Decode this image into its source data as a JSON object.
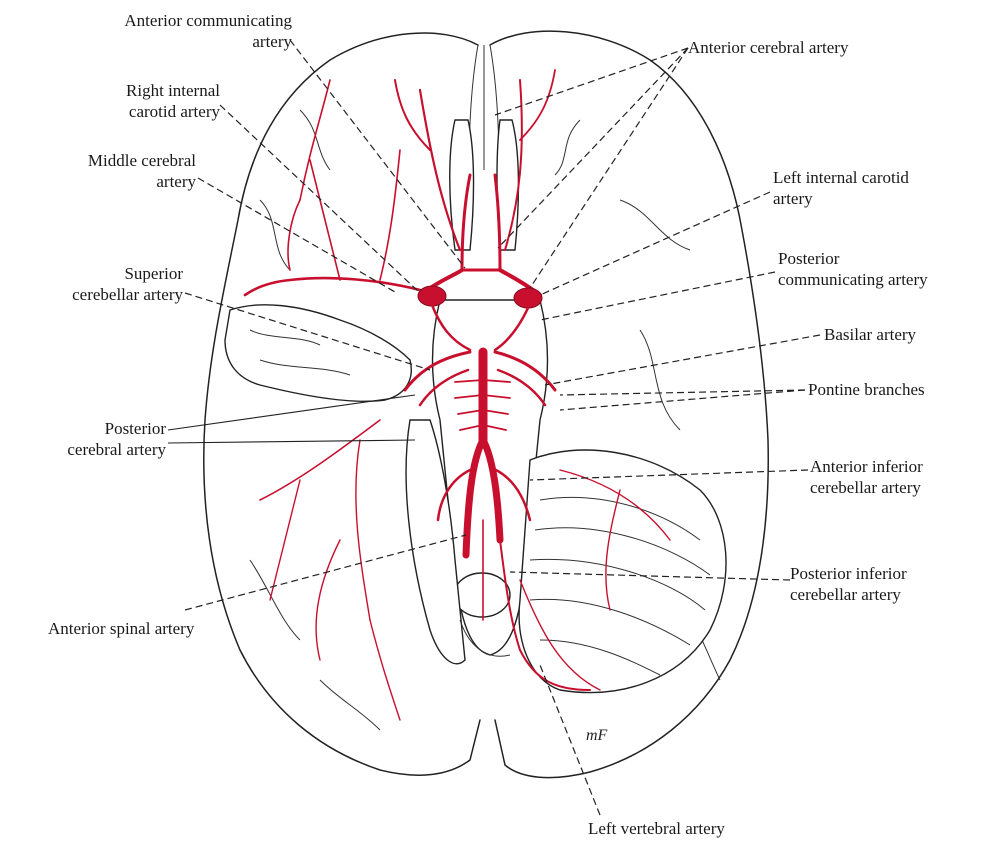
{
  "labels": {
    "anterior_communicating": [
      "Anterior communicating",
      "artery"
    ],
    "anterior_cerebral": "Anterior cerebral artery",
    "right_internal_carotid": [
      "Right internal",
      "carotid artery"
    ],
    "middle_cerebral": [
      "Middle cerebral",
      "artery"
    ],
    "left_internal_carotid": [
      "Left internal carotid",
      "artery"
    ],
    "superior_cerebellar": [
      "Superior",
      "cerebellar artery"
    ],
    "posterior_communicating": [
      "Posterior",
      "communicating artery"
    ],
    "basilar": "Basilar artery",
    "pontine_branches": "Pontine branches",
    "posterior_cerebral": [
      "Posterior",
      "cerebral artery"
    ],
    "anterior_inferior_cerebellar": [
      "Anterior inferior",
      "cerebellar artery"
    ],
    "posterior_inferior_cerebellar": [
      "Posterior inferior",
      "cerebellar artery"
    ],
    "anterior_spinal": "Anterior spinal artery",
    "left_vertebral": "Left vertebral artery"
  },
  "artist_signature": "mF",
  "colors": {
    "artery": "#c8102e",
    "outline": "#222222",
    "text": "#1a1a1a"
  }
}
